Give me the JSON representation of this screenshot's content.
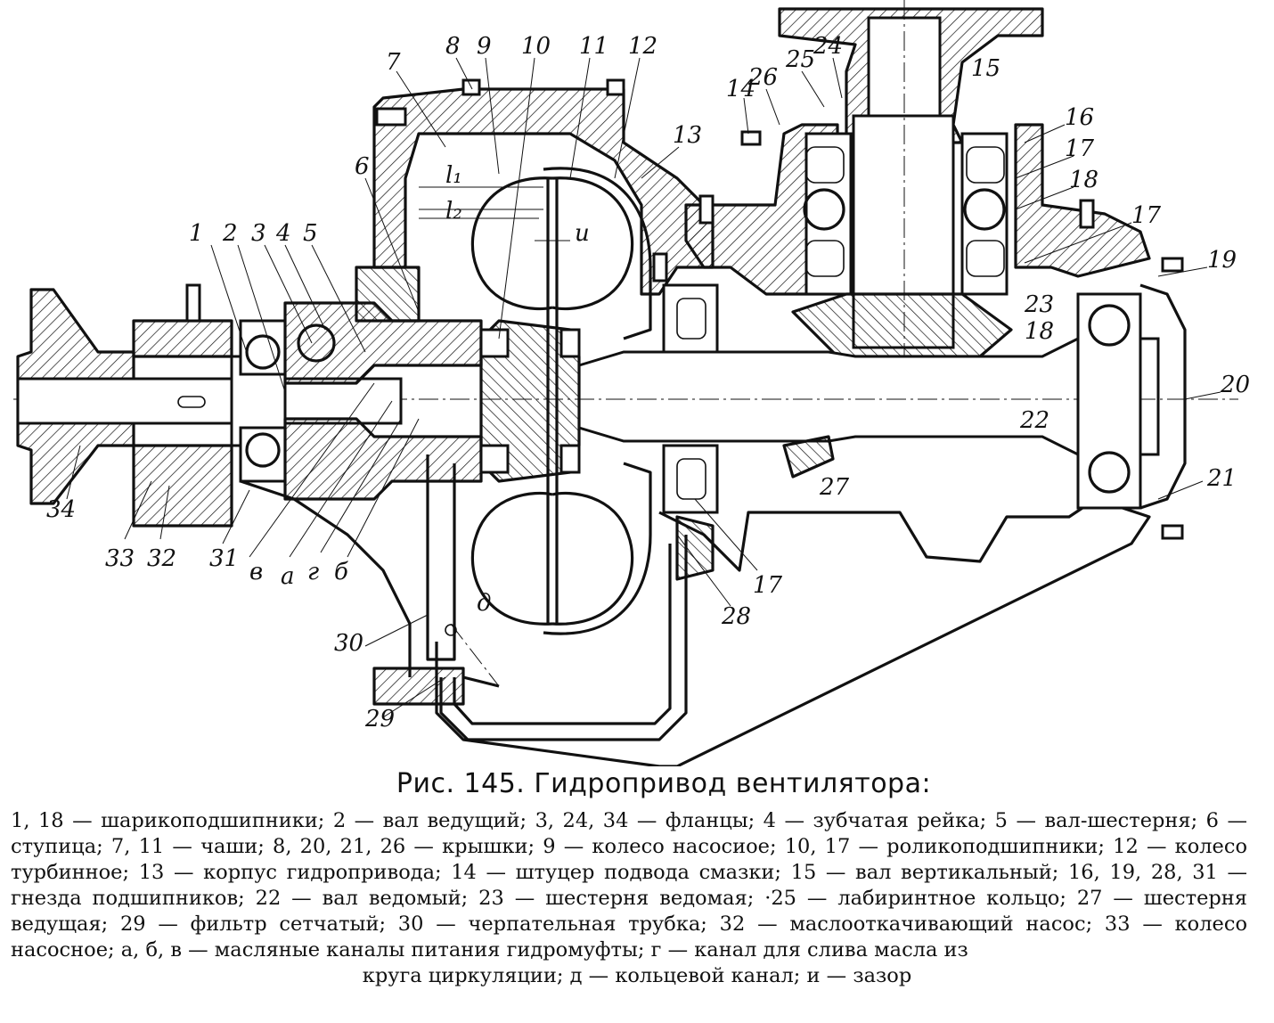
{
  "figure": {
    "title": "Рис. 145. Гидропривод вентилятора:",
    "legend": "1, 18 — шарикоподшипники; 2 — вал ведущий; 3, 24, 34 — фланцы; 4 — зубчатая рейка; 5 — вал-шестерня; 6 — ступица; 7, 11 — чаши; 8, 20, 21, 26 — крышки; 9 — колесо насосиое; 10, 17 — роликоподшипники; 12 — колесо турбинное; 13 — корпус гидропривода; 14 — штуцер подвода смазки; 15 — вал вертикальный; 16, 19, 28, 31 — гнезда подшипников; 22 — вал ведомый; 23 — шестерня ведомая; ·25 — лабиринтное кольцо; 27 — шестерня ведущая; 29 — фильтр сетчатый; 30 — черпательная трубка; 32 — маслооткачивающий насос; 33 — колесо насосное; а, б, в — масляные каналы питания гидромуфты; г — канал для слива масла из",
    "legend_last": "круга циркуляции; д — кольцевой канал; и — зазор"
  },
  "labels": {
    "n1": "1",
    "n2": "2",
    "n3": "3",
    "n4": "4",
    "n5": "5",
    "n6": "6",
    "n7": "7",
    "n8": "8",
    "n9": "9",
    "n10": "10",
    "n11": "11",
    "n12": "12",
    "n13": "13",
    "n14": "14",
    "n15": "15",
    "n16": "16",
    "n17a": "17",
    "n17b": "17",
    "n17c": "17",
    "n18a": "18",
    "n18b": "18",
    "n19": "19",
    "n20": "20",
    "n21": "21",
    "n22": "22",
    "n23": "23",
    "n24": "24",
    "n25": "25",
    "n26": "26",
    "n27": "27",
    "n28": "28",
    "n29": "29",
    "n30": "30",
    "n31": "31",
    "n32": "32",
    "n33": "33",
    "n34": "34",
    "la": "а",
    "lb": "б",
    "lv": "в",
    "lg": "г",
    "ld": "д",
    "li": "и",
    "l1": "l₁",
    "l2": "l₂"
  }
}
